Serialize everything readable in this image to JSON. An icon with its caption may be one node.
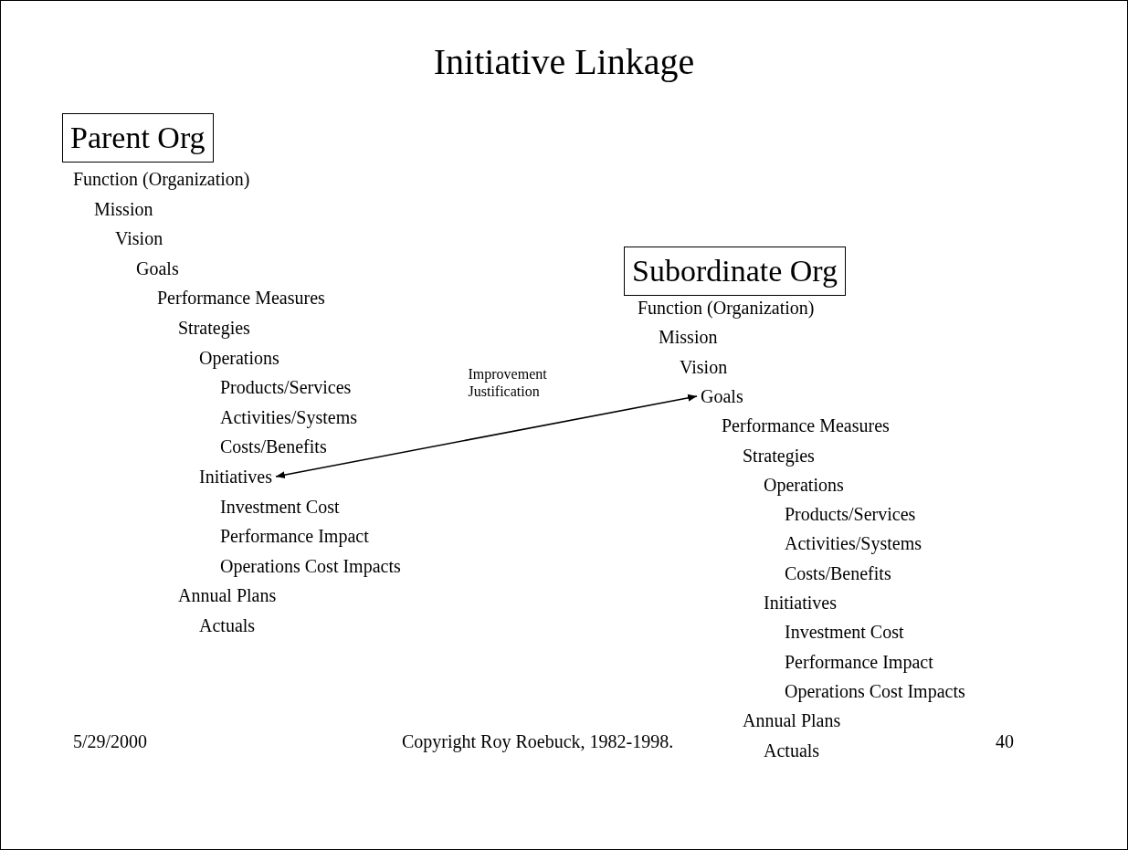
{
  "diagram": {
    "title": "Initiative Linkage",
    "nodes": [
      {
        "text": [
          "Parent Org"
        ]
      },
      {
        "text": [
          "Subordinate Org"
        ]
      },
      {
        "text": [
          "Initiatives"
        ]
      },
      {
        "text": [
          "Goals"
        ]
      }
    ],
    "edges": [
      {
        "from": 2,
        "to": 3,
        "arrow": "both",
        "label": "Improvement Justification"
      }
    ],
    "labels": [
      "Function (Organization)",
      "Mission",
      "Vision",
      "Goals",
      "Performance Measures",
      "Strategies",
      "Operations",
      "Products/Services",
      "Activities/Systems",
      "Costs/Benefits",
      "Investment Cost",
      "Performance Impact",
      "Operations Cost Impacts",
      "Annual Plans",
      "Actuals",
      "Function (Organization)",
      "Mission",
      "Vision",
      "Performance Measures",
      "Strategies",
      "Operations",
      "Products/Services",
      "Activities/Systems",
      "Costs/Benefits",
      "Initiatives",
      "Investment Cost",
      "Performance Impact",
      "Operations Cost Impacts",
      "Annual Plans",
      "Actuals",
      "5/29/2000",
      "Copyright Roy Roebuck, 1982-1998.",
      "40"
    ]
  }
}
